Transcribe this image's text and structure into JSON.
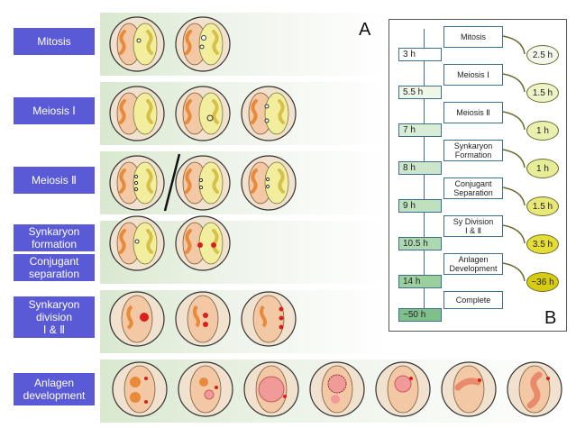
{
  "panel_a_letter": "A",
  "panel_b_letter": "B",
  "labels": {
    "mitosis": "Mitosis",
    "meiosis1": "Meiosis Ⅰ",
    "meiosis2": "Meiosis Ⅱ",
    "synkaryon_formation": "Synkaryon\nformation",
    "conjugant_separation": "Conjugant\nseparation",
    "synkaryon_division": "Synkaryon\ndivision\nⅠ & Ⅱ",
    "anlagen_development": "Anlagen\ndevelopment"
  },
  "timeline": {
    "stages": [
      {
        "name": "Mitosis",
        "time": "3 h",
        "duration": "2.5 h",
        "color": "#f4f8ec"
      },
      {
        "name": "Meiosis Ⅰ",
        "time": "5.5 h",
        "duration": "1.5 h",
        "color": "#eef3c8"
      },
      {
        "name": "Meiosis Ⅱ",
        "time": "7 h",
        "duration": "1 h",
        "color": "#eaf0b0"
      },
      {
        "name": "Synkaryon\nFormation",
        "time": "8 h",
        "duration": "1 h",
        "color": "#e6ec98"
      },
      {
        "name": "Conjugant\nSeparation",
        "time": "9 h",
        "duration": "1.5 h",
        "color": "#e8e878"
      },
      {
        "name": "Sy Division\nⅠ & Ⅱ",
        "time": "10.5 h",
        "duration": "3.5 h",
        "color": "#e4dc38"
      },
      {
        "name": "Anlagen\nDevelopment",
        "time": "14 h",
        "duration": "~36 h",
        "color": "#d8cc10"
      },
      {
        "name": "Complete",
        "time": "~50 h",
        "duration": "",
        "color": ""
      }
    ]
  },
  "colors": {
    "label_bg": "#5a5ad6",
    "band_green": "#d9e8cf",
    "cell_fill": "#f1e2cf",
    "conjugant_orange": "#f3c8a5",
    "conjugant_yellow": "#f2ee9e",
    "nucleus_orange": "#e98a3a",
    "micronucleus_red": "#d81e1e",
    "time_box_green_light": "#e9f2e0",
    "time_box_green_dark": "#7fbf8a"
  }
}
